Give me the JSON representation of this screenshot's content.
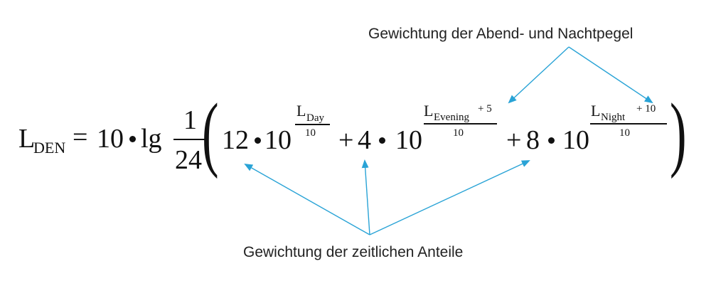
{
  "annotations": {
    "top": "Gewichtung der Abend- und Nachtpegel",
    "bottom": "Gewichtung der zeitlichen Anteile"
  },
  "formula": {
    "lhs_symbol": "L",
    "lhs_subscript": "DEN",
    "equals": "=",
    "coefficient": "10",
    "log": "lg",
    "fraction_numerator": "1",
    "fraction_denominator": "24",
    "paren_open": "(",
    "paren_close": ")",
    "term_day": {
      "weight": "12",
      "base": "10",
      "exp_symbol": "L",
      "exp_subscript": "Day",
      "exp_denominator": "10"
    },
    "term_evening": {
      "plus": "+",
      "weight": "4",
      "base": "10",
      "exp_symbol": "L",
      "exp_subscript": "Evening",
      "exp_addend": "+ 5",
      "exp_denominator": "10"
    },
    "term_night": {
      "plus": "+",
      "weight": "8",
      "base": "10",
      "exp_symbol": "L",
      "exp_subscript": "Night",
      "exp_addend": "+ 10",
      "exp_denominator": "10"
    }
  },
  "colors": {
    "arrow": "#29A3D6",
    "text": "#111111"
  }
}
